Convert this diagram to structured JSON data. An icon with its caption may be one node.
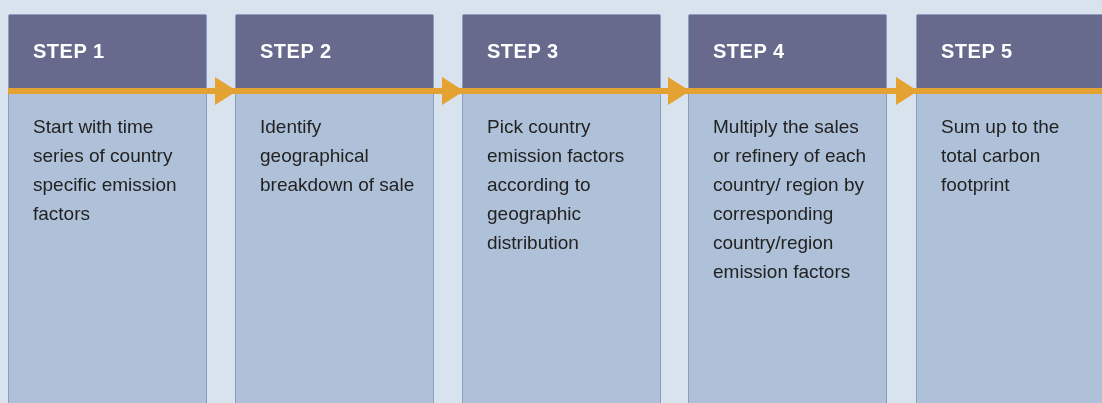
{
  "diagram": {
    "nodes": [
      {
        "text": [
          "STEP 1",
          "Start with time series of country specific emission factors"
        ]
      },
      {
        "text": [
          "STEP 2",
          "Identify geographical breakdown of sale"
        ]
      },
      {
        "text": [
          "STEP 3",
          "Pick country emission factors according to geographic distribution"
        ]
      },
      {
        "text": [
          "STEP 4",
          "Multiply the sales or refinery of each country/ region by corresponding country/region emission factors"
        ]
      },
      {
        "text": [
          "STEP 5",
          "Sum up to the total carbon footprint"
        ]
      }
    ],
    "edges": [
      {
        "from": 0,
        "to": 1,
        "arrow": "to"
      },
      {
        "from": 1,
        "to": 2,
        "arrow": "to"
      },
      {
        "from": 2,
        "to": 3,
        "arrow": "to"
      },
      {
        "from": 3,
        "to": 4,
        "arrow": "to"
      }
    ]
  }
}
